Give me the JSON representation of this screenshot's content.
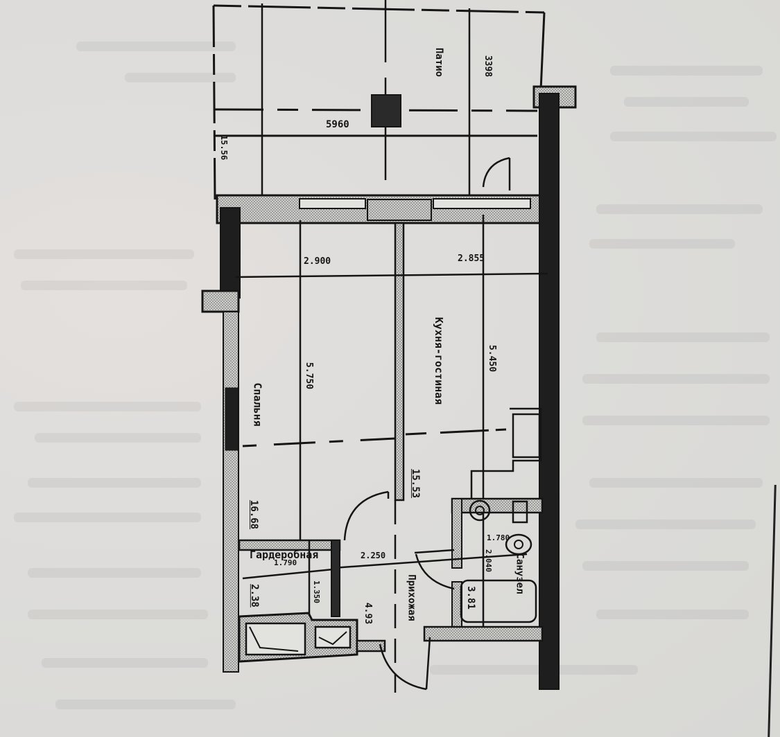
{
  "plan": {
    "rooms": [
      {
        "id": "patio",
        "name": "Патио",
        "area": "15.56"
      },
      {
        "id": "bedroom",
        "name": "Спальня",
        "area": "16.68"
      },
      {
        "id": "kitchen_living",
        "name": "Кухня-гостиная",
        "area": "15.53"
      },
      {
        "id": "wardrobe",
        "name": "Гардеробная",
        "area": "2.38"
      },
      {
        "id": "hallway",
        "name": "Прихожая",
        "area": "4.93"
      },
      {
        "id": "bathroom",
        "name": "Санузел",
        "area": "3.81"
      }
    ],
    "dimensions": {
      "patio_width": "5960",
      "patio_depth": "3398",
      "bedroom_width": "2.900",
      "kitchen_width": "2.855",
      "bedroom_length": "5.750",
      "kitchen_length": "5.450",
      "wardrobe_width": "1.790",
      "wardrobe_depth": "1.350",
      "hallway_width": "2.250",
      "bathroom_width": "1.780",
      "bathroom_depth": "2.040"
    },
    "colors": {
      "paper": "#dcdcd8",
      "ink": "#151515",
      "wall_hatch": "#9a9a96"
    }
  }
}
